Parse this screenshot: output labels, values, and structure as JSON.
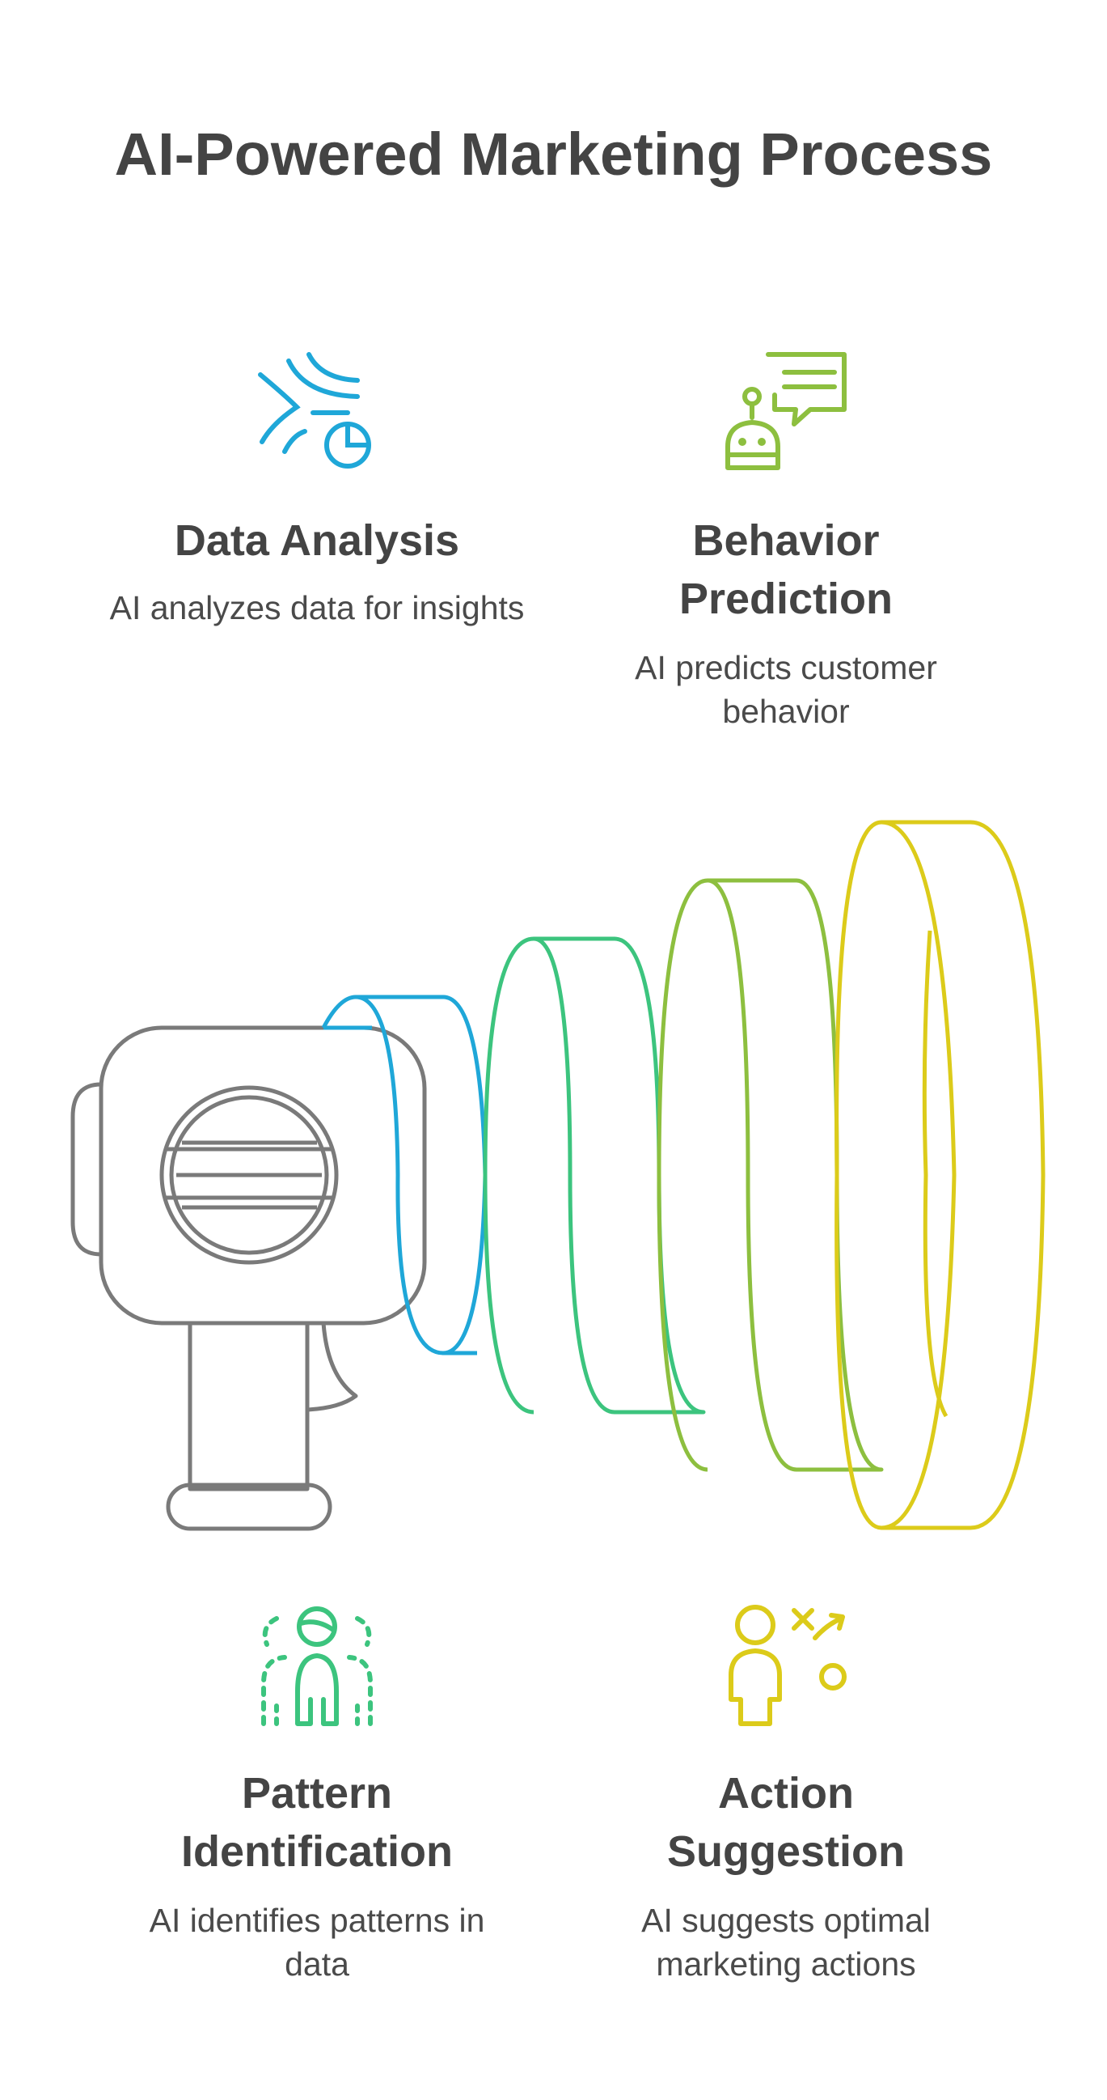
{
  "title": "AI-Powered Marketing Process",
  "colors": {
    "text": "#444444",
    "blue": "#1FA7D8",
    "lime": "#8DBF3F",
    "green": "#3CC47E",
    "yellow": "#DCCB1A",
    "gray": "#7A7A7A"
  },
  "steps": [
    {
      "icon": "data-analysis-icon",
      "title": "Data Analysis",
      "description": "AI analyzes data for insights"
    },
    {
      "icon": "robot-chat-icon",
      "title": "Behavior Prediction",
      "description": "AI predicts customer behavior"
    },
    {
      "icon": "person-pattern-icon",
      "title": "Pattern Identification",
      "description": "AI identifies patterns in data"
    },
    {
      "icon": "strategy-person-icon",
      "title": "Action Suggestion",
      "description": "AI suggests optimal marketing actions"
    }
  ]
}
